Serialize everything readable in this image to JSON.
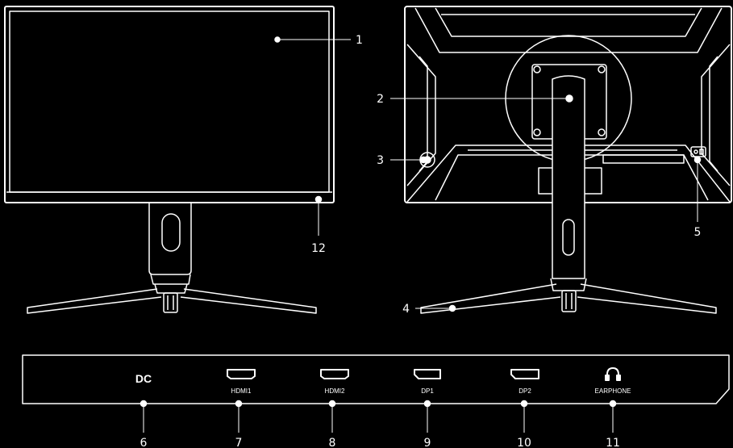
{
  "colors": {
    "background": "#000000",
    "line": "#ffffff"
  },
  "callouts": {
    "c1": "1",
    "c2": "2",
    "c3": "3",
    "c4": "4",
    "c5": "5",
    "c6": "6",
    "c7": "7",
    "c8": "8",
    "c9": "9",
    "c10": "10",
    "c11": "11",
    "c12": "12"
  },
  "ports": {
    "dc": "DC",
    "hdmi1": "HDMI1",
    "hdmi2": "HDMI2",
    "dp1": "DP1",
    "dp2": "DP2",
    "earphone": "EARPHONE"
  },
  "icons": {
    "hdmi": "hdmi-port-icon",
    "dp": "displayport-icon",
    "earphone": "headphone-icon"
  }
}
